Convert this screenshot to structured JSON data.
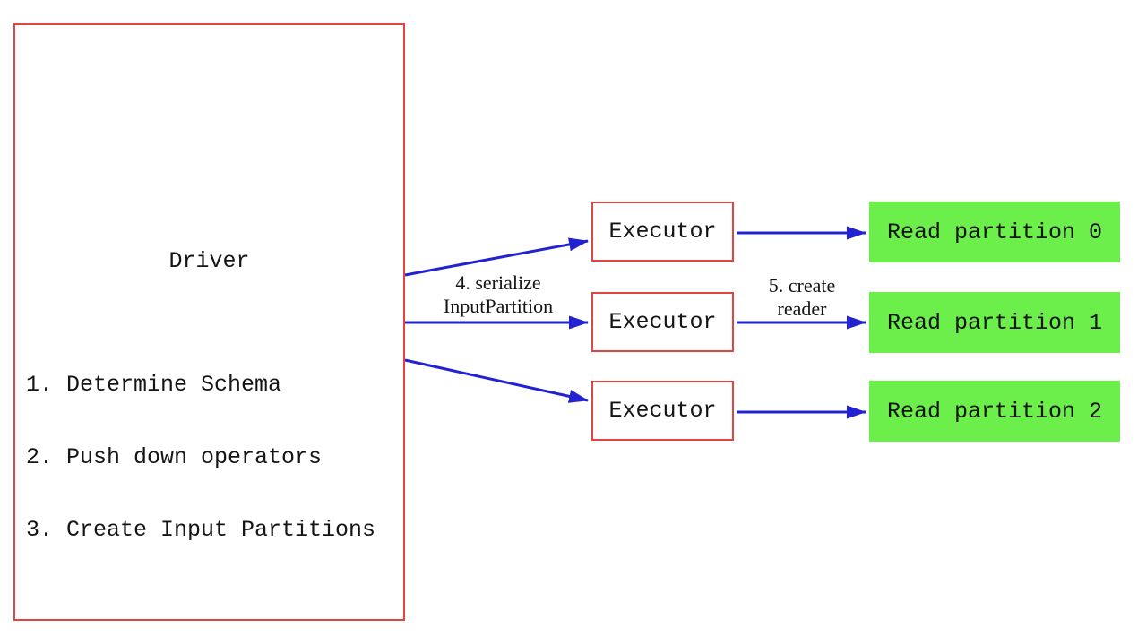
{
  "diagram": {
    "driver": {
      "title": "Driver",
      "steps": [
        "1. Determine Schema",
        "2. Push down operators",
        "3. Create Input Partitions"
      ]
    },
    "executors": [
      {
        "label": "Executor"
      },
      {
        "label": "Executor"
      },
      {
        "label": "Executor"
      }
    ],
    "partitions": [
      {
        "label": "Read partition 0"
      },
      {
        "label": "Read partition 1"
      },
      {
        "label": "Read partition 2"
      }
    ],
    "edge_labels": {
      "serialize": {
        "line1": "4. serialize",
        "line2": "InputPartition"
      },
      "create_reader": {
        "line1": "5. create",
        "line2": "reader"
      }
    },
    "colors": {
      "box_border_red": "#e24444",
      "arrow_blue": "#2222d2",
      "partition_fill_green": "#6cee4b",
      "text": "#151515",
      "background": "#ffffff"
    }
  }
}
